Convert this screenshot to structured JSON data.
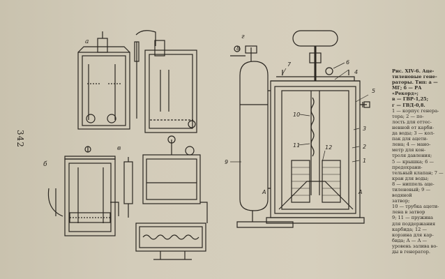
{
  "page_number": "342",
  "figure_labels": {
    "a": "а",
    "b": "б",
    "v": "в",
    "g": "г"
  },
  "part_numbers": {
    "n1": "1",
    "n2": "2",
    "n3": "3",
    "n4": "4",
    "n5": "5",
    "n6": "6",
    "n7": "7",
    "n8": "8",
    "n9": "9",
    "n10": "10",
    "n11": "11",
    "n12": "12",
    "A1": "А",
    "A2": "А"
  },
  "caption": {
    "title_lines": [
      "Рис. XIV-6. Аце-",
      "тиленовые гене-",
      "раторы. Тип: а —",
      "МГ; б — РА",
      "«Рекорд»;",
      "в — ГВР-1,25;",
      "г — ГВД-0,8."
    ],
    "body_lines": [
      "1 — корпус генера-",
      "тора; 2 — по-",
      "лость для оттес-",
      "ненной от карби-",
      "да воды; 3 — кол-",
      "пак для ацети-",
      "лена; 4 — мано-",
      "метр для кон-",
      "троля давления;",
      "5 — крышка; 6 —",
      "предохрани-",
      "тельный клапан; 7 —",
      "кран для воды;",
      "8 — ниппель аце-",
      "тиленовый; 9 —",
      "водяной",
      "затвор;",
      "10 — трубка ацети-",
      "лена в затвор",
      "9; 11 — пружина",
      "для поддержания",
      "карбида; 12 —",
      "корзина для кар-",
      "бида; А — А —",
      "уровень залива во-",
      "ды в генератор."
    ]
  }
}
